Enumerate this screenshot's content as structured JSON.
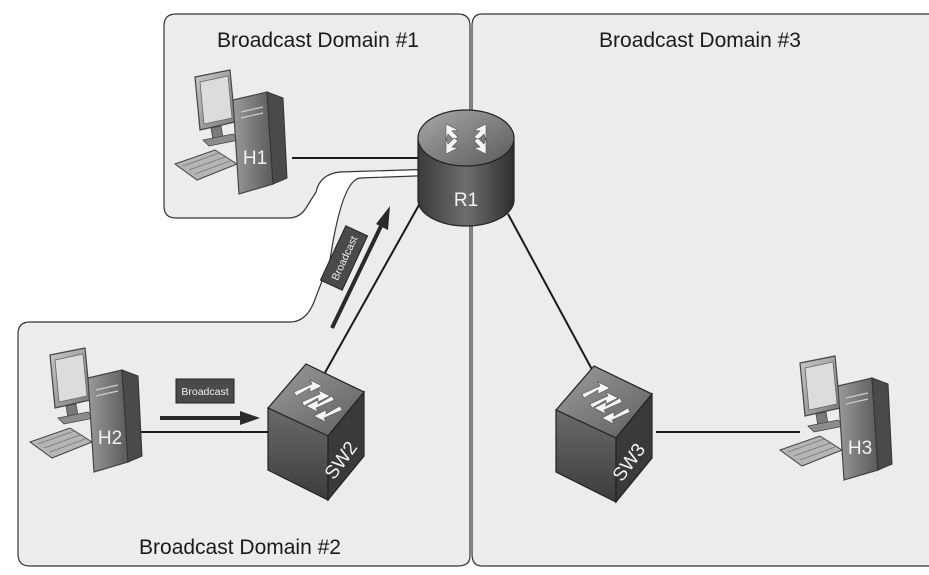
{
  "domains": {
    "d1": "Broadcast Domain #1",
    "d2": "Broadcast Domain #2",
    "d3": "Broadcast Domain #3"
  },
  "devices": {
    "router": "R1",
    "switch2": "SW2",
    "switch3": "SW3",
    "host1": "H1",
    "host2": "H2",
    "host3": "H3"
  },
  "arrows": {
    "horizontal": "Broadcast",
    "diagonal": "Broadcast"
  },
  "icons": {
    "router": "router-icon",
    "switch": "switch-icon",
    "host": "desktop-computer-icon"
  }
}
